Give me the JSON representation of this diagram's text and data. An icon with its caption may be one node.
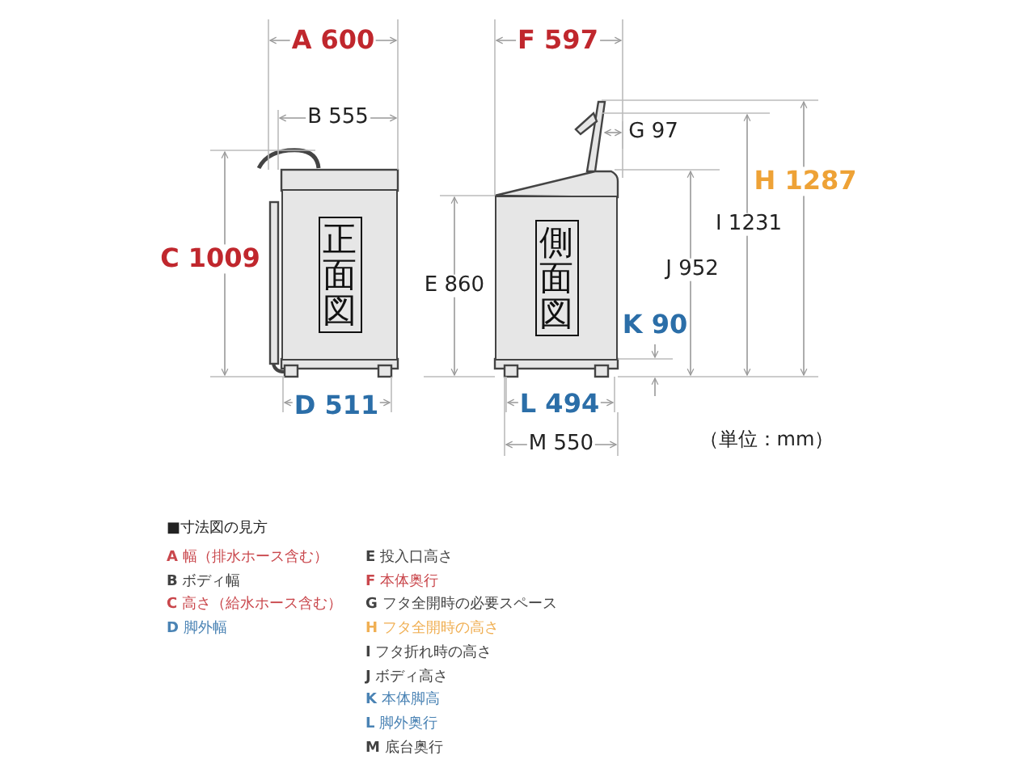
{
  "diagram": {
    "nodes": [
      {
        "text": [
          "正面図"
        ]
      },
      {
        "text": [
          "側面図"
        ]
      }
    ],
    "labels": [
      "A 600",
      "F 597",
      "B 555",
      "G 97",
      "H 1287",
      "I 1231",
      "C 1009",
      "E 860",
      "J 952",
      "K 90",
      "D 511",
      "L 494",
      "M 550",
      "（単位：mm）",
      "■寸法図の見方",
      "**A** 幅（排水ホース含む）",
      "**B** ボディ幅",
      "**C** 高さ（給水ホース含む）",
      "**D** 脚外幅",
      "**E** 投入口高さ",
      "**F** 本体奥行",
      "**G** フタ全開時の必要スペース",
      "**H** フタ全開時の高さ",
      "**I** フタ折れ時の高さ",
      "**J** ボディ高さ",
      "**K** 本体脚高",
      "**L** 脚外奥行",
      "**M** 底台奥行"
    ]
  }
}
